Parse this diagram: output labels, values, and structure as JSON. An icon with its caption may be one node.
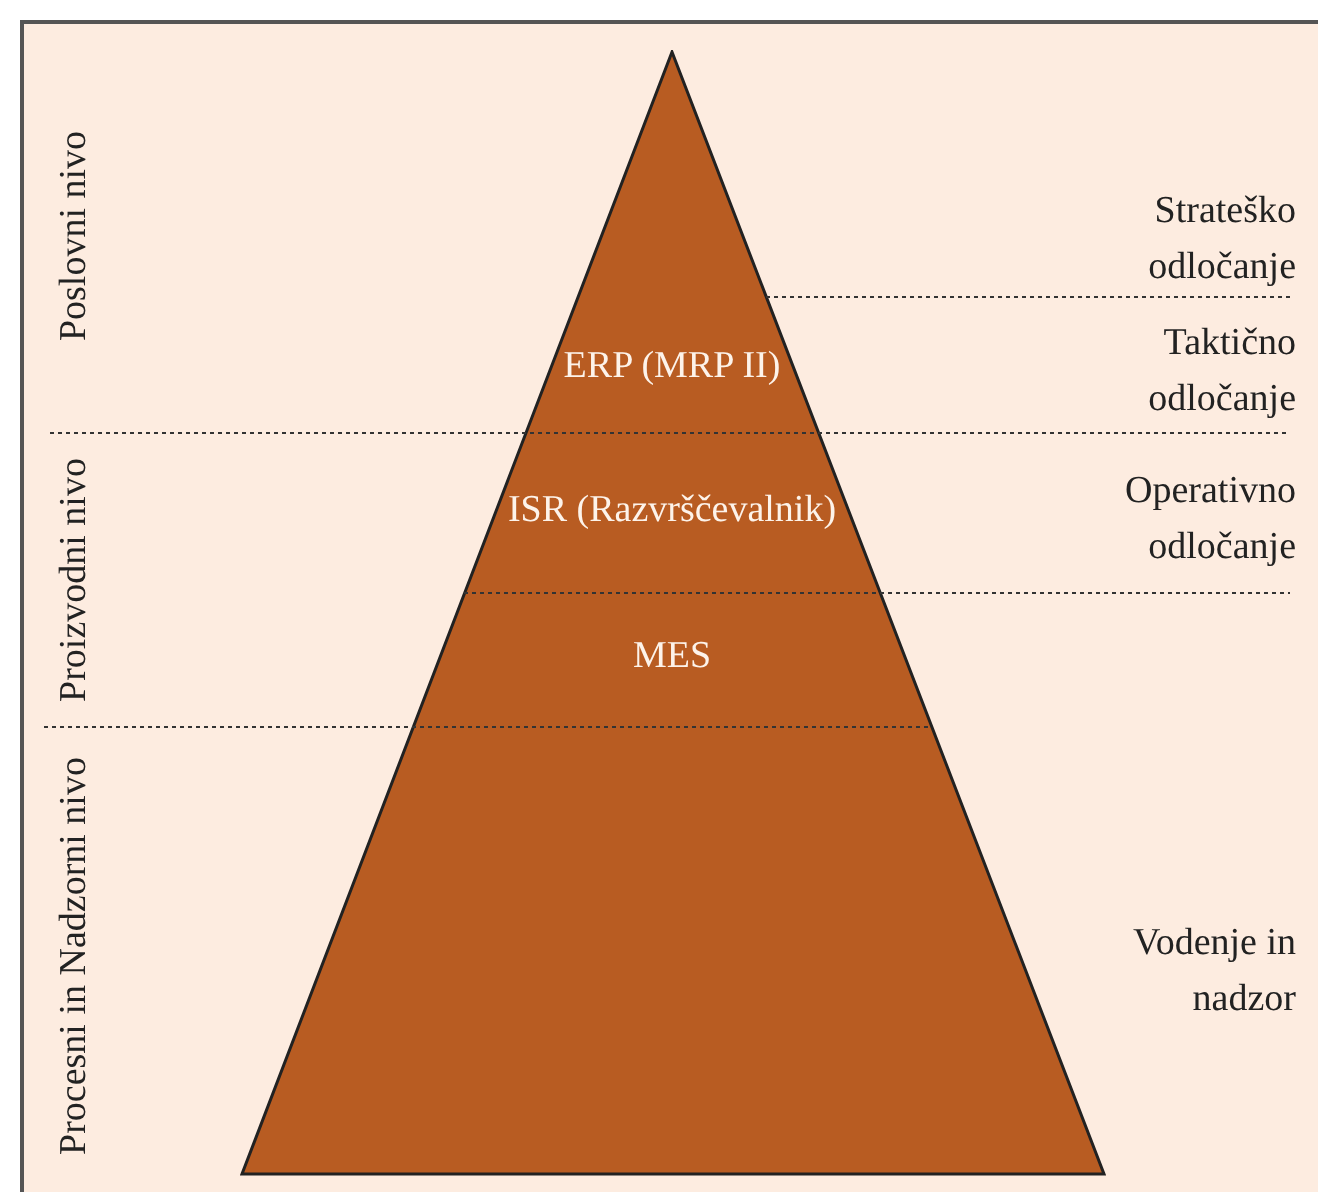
{
  "diagram": {
    "nodes": [
      {
        "text": [
          "ERP (MRP II)",
          "ISR (Razvrščevalnik)",
          "MES"
        ]
      }
    ],
    "edges": [],
    "labels": [
      "Poslovni nivo",
      "Proizvodni nivo",
      "Procesni in Nadzorni nivo",
      "Strateško odločanje",
      "Taktično odločanje",
      "Operativno odločanje",
      "Vodenje in nadzor"
    ]
  }
}
